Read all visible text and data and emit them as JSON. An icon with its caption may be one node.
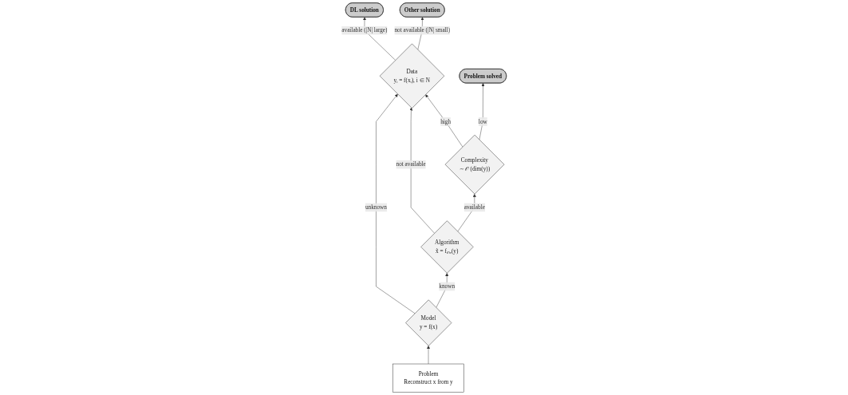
{
  "diagram": {
    "nodes": [
      {
        "text": [
          "Data",
          "yᵢ = f(xᵢ), i ∈ N"
        ]
      },
      {
        "text": [
          "DL solution"
        ]
      },
      {
        "text": [
          "Other solution"
        ]
      },
      {
        "text": [
          "Model",
          "y = f(x)"
        ]
      },
      {
        "text": [
          "Algorithm",
          "x̃ = fᵢₙᵥ(y)"
        ]
      },
      {
        "text": [
          "Complexity",
          "∼ 𝒪 (dim(y))"
        ]
      },
      {
        "text": [
          "Problem",
          "Reconstruct x from y"
        ]
      },
      {
        "text": [
          "Problem solved"
        ]
      }
    ],
    "edges": [
      {
        "from": 0,
        "to": 1,
        "arrow": "to",
        "label": "available (|N| large)"
      },
      {
        "from": 0,
        "to": 2,
        "arrow": "to",
        "label": "not available (|N| small)"
      },
      {
        "from": 6,
        "to": 3,
        "arrow": "to"
      },
      {
        "from": 3,
        "to": 4,
        "arrow": "to",
        "label": "known"
      },
      {
        "from": 4,
        "to": 5,
        "arrow": "to",
        "label": "available"
      },
      {
        "from": 5,
        "to": 7,
        "arrow": "to",
        "label": "low"
      },
      {
        "from": 3,
        "to": 0,
        "arrow": "to",
        "label": "unknown"
      },
      {
        "from": 4,
        "to": 0,
        "arrow": "to",
        "label": "not available"
      },
      {
        "from": 5,
        "to": 0,
        "arrow": "to",
        "label": "high"
      }
    ]
  }
}
